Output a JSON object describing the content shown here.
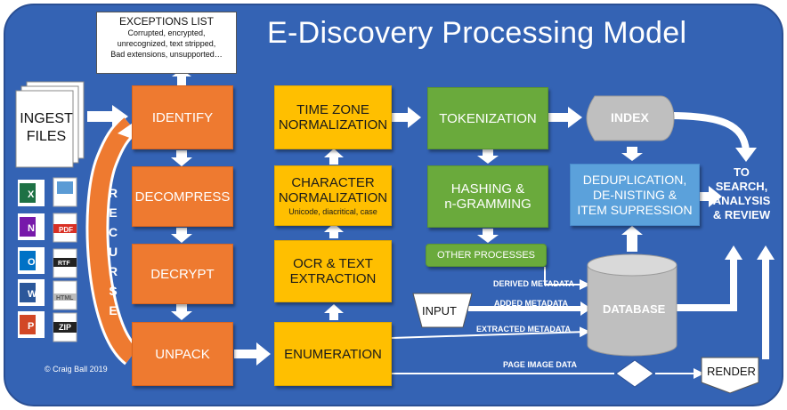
{
  "title": "E-Discovery Processing Model",
  "exceptions": {
    "heading": "EXCEPTIONS LIST",
    "lines": [
      "Corrupted, encrypted,",
      "unrecognized, text stripped,",
      "Bad extensions, unsupported…"
    ]
  },
  "ingest": {
    "line1": "INGEST",
    "line2": "FILES"
  },
  "recurse": "RECURSE",
  "file_types": [
    "X",
    "N",
    "O",
    "W",
    "P",
    "PDF",
    "RTF",
    "HTML",
    "ZIP"
  ],
  "stages": {
    "identify": "IDENTIFY",
    "decompress": "DECOMPRESS",
    "decrypt": "DECRYPT",
    "unpack": "UNPACK",
    "time_zone": [
      "TIME ZONE",
      "NORMALIZATION"
    ],
    "character": [
      "CHARACTER",
      "NORMALIZATION"
    ],
    "character_sub": "Unicode, diacritical, case",
    "ocr": [
      "OCR & TEXT",
      "EXTRACTION"
    ],
    "enumeration": "ENUMERATION",
    "tokenization": "TOKENIZATION",
    "hashing": [
      "HASHING &",
      "n-GRAMMING"
    ],
    "other": "OTHER PROCESSES",
    "index": "INDEX",
    "dedup": [
      "DEDUPLICATION,",
      "DE-NISTING &",
      "ITEM SUPRESSION"
    ],
    "database": "DATABASE",
    "input": "INPUT",
    "render": "RENDER"
  },
  "flows": {
    "derived": "DERIVED METADATA",
    "added": "ADDED METADATA",
    "extracted": "EXTRACTED METADATA",
    "page_image": "PAGE IMAGE DATA"
  },
  "destination": [
    "TO",
    "SEARCH,",
    "ANALYSIS",
    "& REVIEW"
  ],
  "copyright": "© Craig Ball 2019",
  "colors": {
    "background": "#3463b4",
    "orange": "#ee7a30",
    "yellow": "#ffbf00",
    "green": "#6aaa3c",
    "blue": "#5ba1db",
    "gray": "#bfbfbf"
  }
}
